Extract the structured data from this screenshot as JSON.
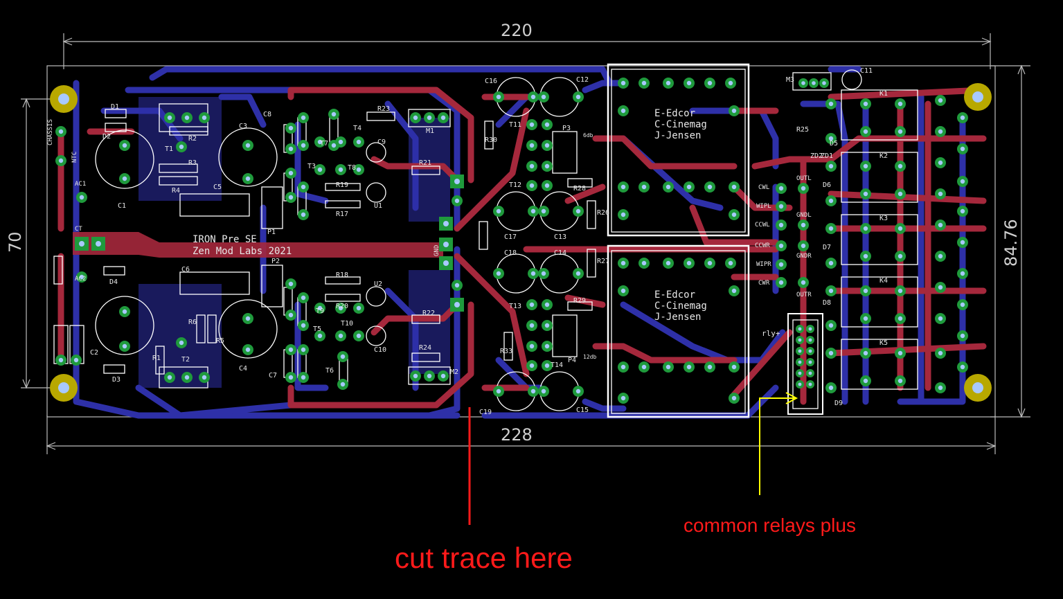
{
  "dimensions": {
    "top": "220",
    "bottom": "228",
    "left": "70",
    "right": "84.76"
  },
  "board_text": {
    "title_line1": "IRON Pre SE",
    "title_line2": "Zen Mod Labs 2021",
    "xfmr_a_line1": "E-Edcor",
    "xfmr_a_line2": "C-Cinemag",
    "xfmr_a_line3": "J-Jensen",
    "xfmr_b_line1": "E-Edcor",
    "xfmr_b_line2": "C-Cinemag",
    "xfmr_b_line3": "J-Jensen",
    "chassis": "CHASSIS",
    "ntc": "NTC",
    "ct": "CT",
    "ac1": "AC1",
    "ac2": "AC2",
    "gnd": "GND",
    "rly": "rly+",
    "outl": "OUTL",
    "outr": "OUTR",
    "gndl": "GNDL",
    "gndr": "GNDR",
    "cwl": "CWL",
    "wipl": "WIPL",
    "ccwl": "CCWL",
    "ccwr": "CCWR",
    "wipr": "WIPR",
    "cwr": "CWR",
    "db_6": "6db",
    "db_12": "12db"
  },
  "refdes": [
    "C1",
    "C2",
    "C3",
    "C4",
    "C5",
    "C6",
    "C7",
    "C8",
    "C9",
    "C10",
    "C11",
    "C12",
    "C13",
    "C14",
    "C15",
    "C16",
    "C17",
    "C18",
    "C19",
    "D1",
    "D2",
    "D3",
    "D4",
    "D5",
    "D6",
    "D7",
    "D8",
    "D9",
    "K1",
    "K2",
    "K3",
    "K4",
    "K5",
    "T1",
    "T2",
    "T3",
    "T4",
    "T5",
    "T6",
    "T7",
    "T8",
    "T9",
    "T10",
    "T11",
    "T12",
    "T13",
    "T14",
    "R1",
    "R2",
    "R3",
    "R4",
    "R5",
    "R6",
    "R17",
    "R18",
    "R19",
    "R20",
    "R21",
    "R22",
    "R23",
    "R24",
    "R25",
    "R26",
    "R27",
    "R28",
    "R29",
    "R30",
    "R33",
    "M1",
    "M2",
    "M3",
    "P1",
    "P2",
    "P3",
    "P4",
    "U1",
    "U2",
    "ZD1",
    "ZD2"
  ],
  "annotations": {
    "cut_trace": "cut trace here",
    "common_relays": "common relays plus"
  },
  "colors": {
    "background": "#000000",
    "board_outline": "#bdbdbd",
    "top_copper": "#a5283c",
    "bottom_copper": "#2e30a8",
    "pad": "#1f9a3c",
    "drill": "#a8c9ff",
    "mounting_hole": "#b8a800",
    "silkscreen": "#ffffff",
    "annotation_red": "#ff1a1a",
    "annotation_yellow": "#ffff00"
  }
}
